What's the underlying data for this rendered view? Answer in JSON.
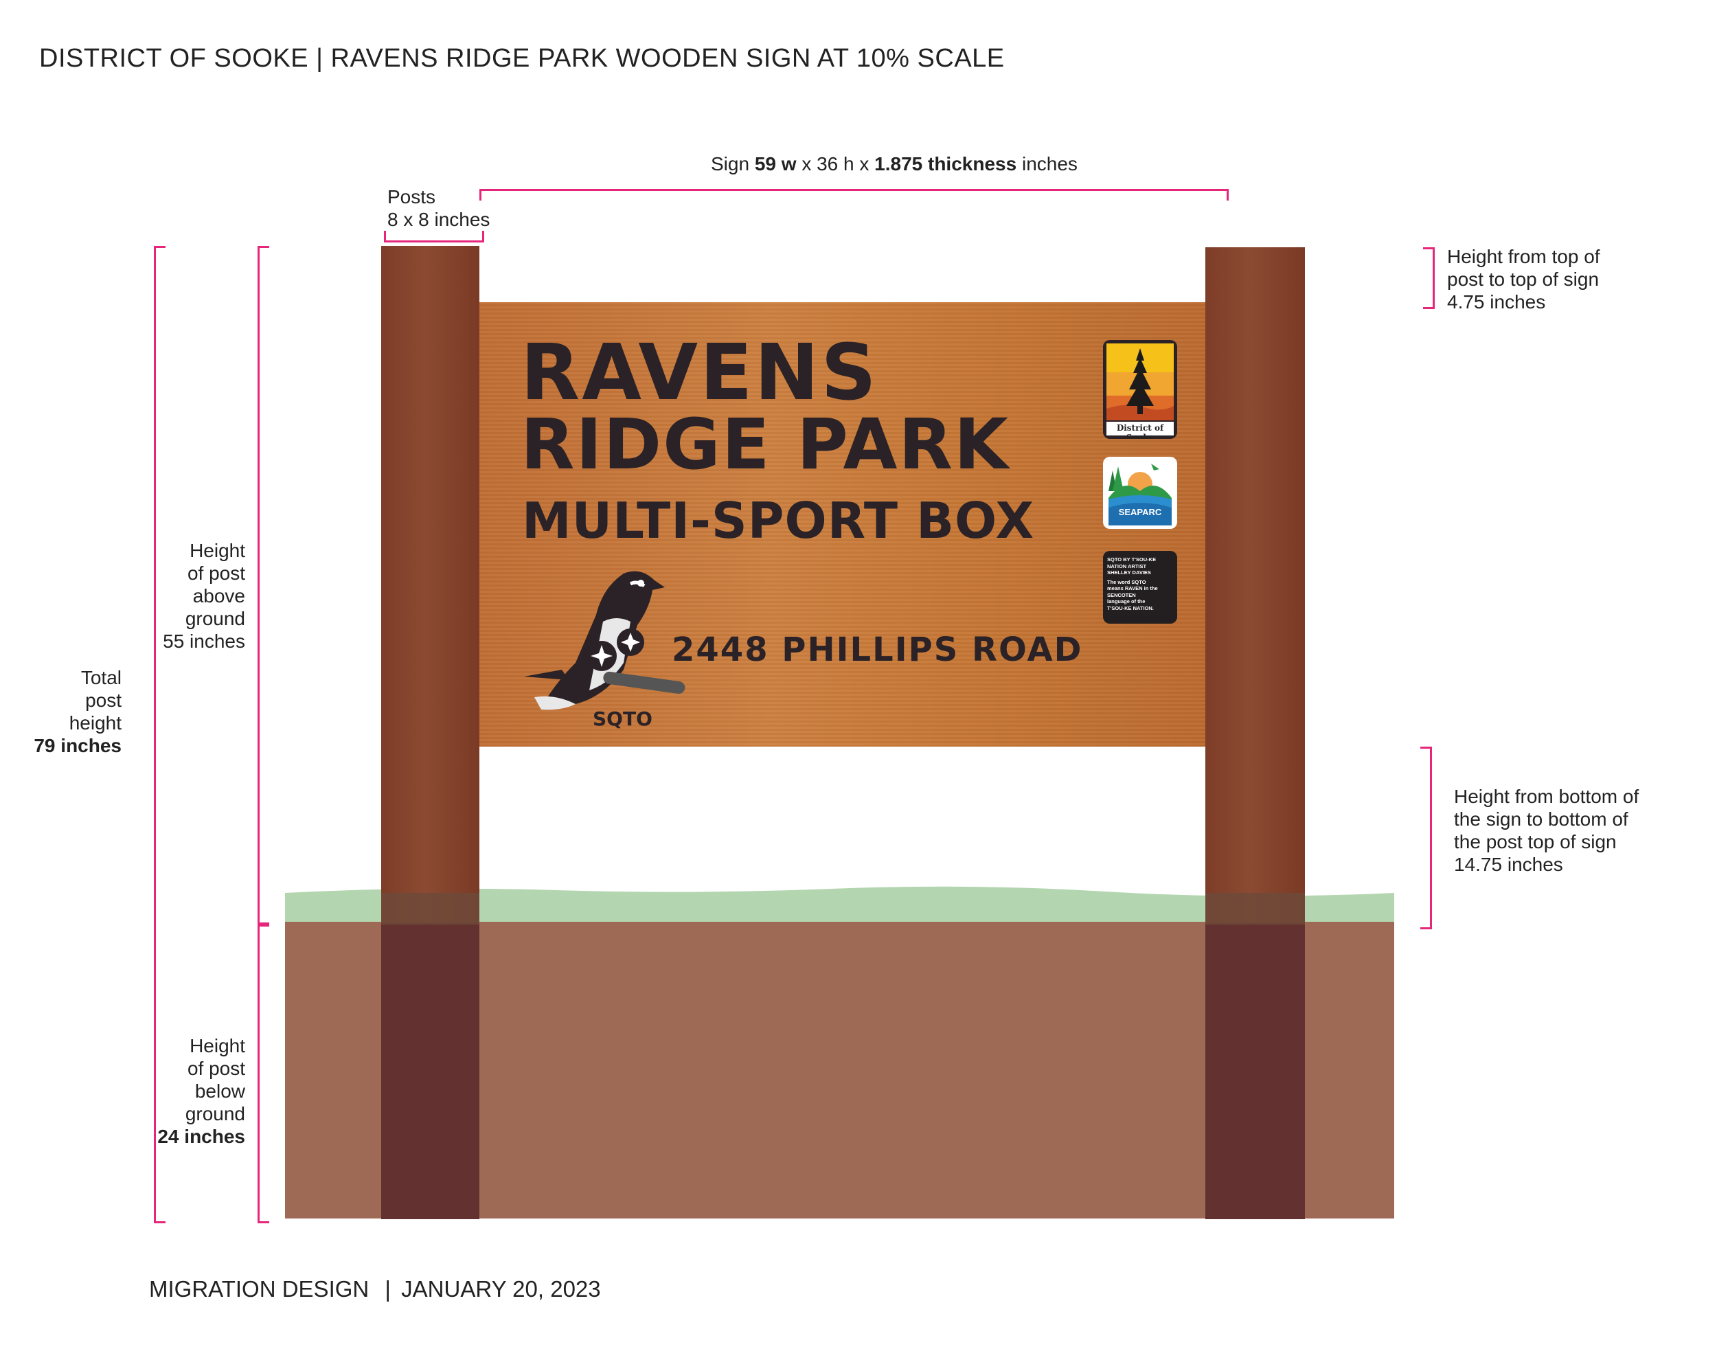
{
  "title": "DISTRICT OF SOOKE | RAVENS RIDGE PARK WOODEN SIGN AT 10% SCALE",
  "footer": {
    "left": "MIGRATION DESIGN",
    "right": "JANUARY 20, 2023"
  },
  "dimensions": {
    "sign": {
      "pre": "Sign",
      "width": "59 w",
      "mid1": "x 36  h x",
      "thickness": "1.875 thickness",
      "post": "inches"
    },
    "posts": {
      "line1": "Posts",
      "line2": "8 x 8 inches"
    },
    "top_gap": {
      "line1": "Height from top of",
      "line2": "post to top of sign",
      "line3": "4.75 inches"
    },
    "bottom_gap": {
      "line1": "Height from bottom of",
      "line2": "the sign to bottom of",
      "line3": "the post top of sign",
      "line4": "14.75 inches"
    },
    "above_ground": {
      "line1": "Height",
      "line2": "of post",
      "line3": "above",
      "line4": "ground",
      "line5": "55 inches"
    },
    "below_ground": {
      "line1": "Height",
      "line2": "of post",
      "line3": "below",
      "line4": "ground",
      "line5": "24 inches"
    },
    "total": {
      "line1": "Total",
      "line2": "post",
      "line3": "height",
      "line4": "79 inches"
    }
  },
  "sign_face": {
    "line1": "RAVENS",
    "line2": "RIDGE PARK",
    "line3": "MULTI-SPORT BOX",
    "address": "2448 PHILLIPS ROAD",
    "raven_label": "SQTO",
    "logo1_label": "District of Sooke",
    "logo2_label": "SEAPARC",
    "plaque": {
      "line1": "SQTO BY T'SOU-KE",
      "line2": "NATION ARTIST",
      "line3": "SHELLEY DAVIES",
      "line4": "The word SQTO",
      "line5": "means RAVEN in the",
      "line6": "SENCOTEN",
      "line7": "language of the",
      "line8": "T'SOU-KE NATION."
    }
  },
  "colors": {
    "accent": "#e5267a",
    "post": "#8b4a31",
    "sign_wood": "#c97a3a",
    "ground": "#9e6a55",
    "grass": "#b3d6b0",
    "text_dark": "#2a2226"
  }
}
